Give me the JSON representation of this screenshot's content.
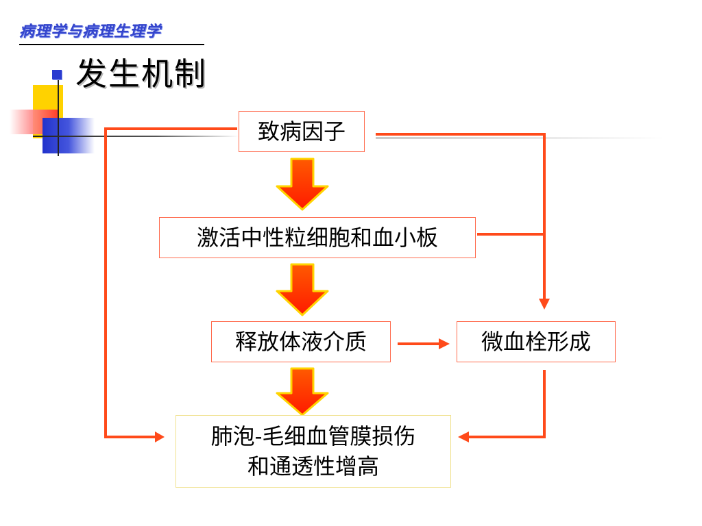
{
  "header": {
    "subject": "病理学与病理生理学",
    "title": "发生机制"
  },
  "diagram": {
    "nodes": {
      "cause": "致病因子",
      "activate": "激活中性粒细胞和血小板",
      "release": "释放体液介质",
      "microthrombus": "微血栓形成",
      "result_line1": "肺泡-毛细血管膜损伤",
      "result_line2": "和通透性增高"
    },
    "edges": [
      {
        "from": "cause",
        "to": "activate"
      },
      {
        "from": "activate",
        "to": "release"
      },
      {
        "from": "release",
        "to": "result"
      },
      {
        "from": "release",
        "to": "microthrombus"
      },
      {
        "from": "cause",
        "to": "result"
      },
      {
        "from": "cause",
        "to": "microthrombus"
      },
      {
        "from": "activate",
        "to": "microthrombus"
      },
      {
        "from": "microthrombus",
        "to": "result"
      }
    ]
  },
  "colors": {
    "arrow_red": "#ff4a1a",
    "block_arrow_fill": "#ff2a00",
    "block_arrow_edge": "#ffd400",
    "box_border": "#ff6a4d",
    "accent_blue": "#2a3bd0"
  }
}
